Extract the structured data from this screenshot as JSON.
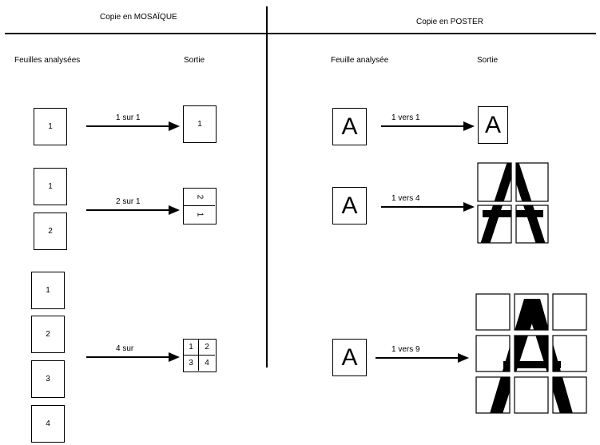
{
  "left": {
    "header": "Copie en MOSAÏQUE",
    "col_input": "Feuilles analysées",
    "col_output": "Sortie",
    "rows": [
      {
        "arrow_label": "1 sur 1",
        "inputs": [
          "1"
        ],
        "outputs": [
          "1"
        ]
      },
      {
        "arrow_label": "2 sur 1",
        "inputs": [
          "1",
          "2"
        ],
        "outputs": [
          "2",
          "1"
        ]
      },
      {
        "arrow_label": "4 sur",
        "inputs": [
          "1",
          "2",
          "3",
          "4"
        ],
        "outputs": [
          "1",
          "2",
          "3",
          "4"
        ]
      }
    ]
  },
  "right": {
    "header": "Copie en POSTER",
    "col_input": "Feuille analysée",
    "col_output": "Sortie",
    "letter": "A",
    "rows": [
      {
        "arrow_label": "1 vers 1"
      },
      {
        "arrow_label": "1 vers 4"
      },
      {
        "arrow_label": "1 vers 9"
      }
    ]
  }
}
